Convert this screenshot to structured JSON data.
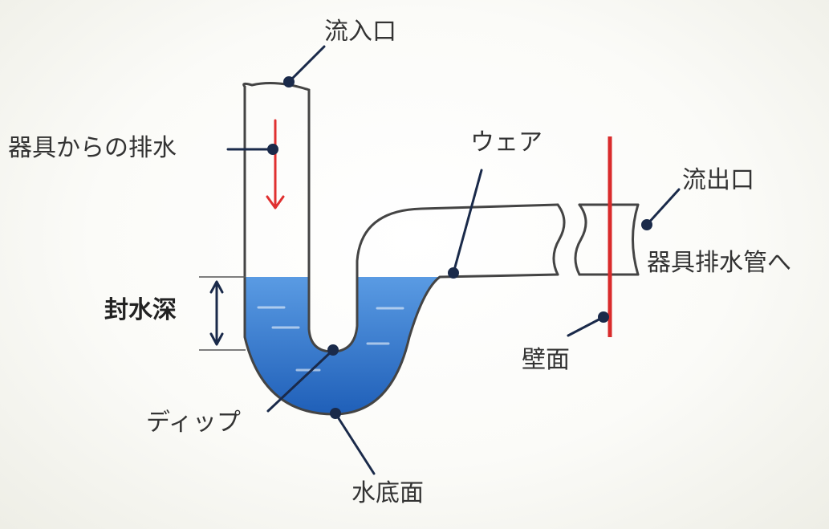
{
  "labels": {
    "inlet": "流入口",
    "drain_from_fixture": "器具からの排水",
    "weir": "ウェア",
    "outlet": "流出口",
    "to_fixture_drain_pipe": "器具排水管へ",
    "seal_depth": "封水深",
    "wall_surface": "壁面",
    "dip": "ディップ",
    "water_bottom": "水底面"
  },
  "colors": {
    "pipe_outline": "#444444",
    "water_light": "#5a9be3",
    "water_dark": "#1f5fb8",
    "flow_arrow": "#e03030",
    "wall_line": "#d92b2b",
    "leader": "#1a2a4a"
  },
  "icons": {
    "flow": "down-arrow-icon",
    "depth": "double-headed-arrow-icon"
  }
}
